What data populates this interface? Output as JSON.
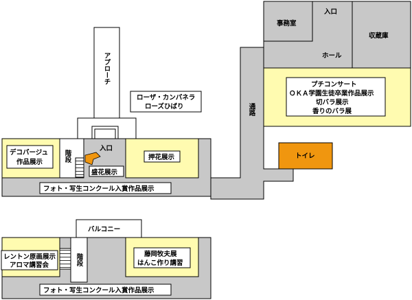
{
  "colors": {
    "gray": "#c8c8c8",
    "cream": "#fffbb0",
    "orange": "#f0960f",
    "white": "#ffffff",
    "line": "#000000"
  },
  "labels": {
    "approach": "アプローチ",
    "rosa_line1": "ローザ・カンパネラ",
    "rosa_line2": "ローズひばり",
    "office": "事務室",
    "entrance_top": "入口",
    "storage": "収蔵庫",
    "hall": "ホール",
    "concert_line1": "プチコンサート",
    "concert_line2": "ＯＫＡ学園生徒卒業作品展示",
    "concert_line3": "切バラ展示",
    "concert_line4": "香りのバラ展",
    "passage": "通路",
    "toilet": "トイレ",
    "decoupage_line1": "デコパージュ",
    "decoupage_line2": "作品展示",
    "stairs1": "階段",
    "entrance_main": "入口",
    "oshibana": "押花展示",
    "morihana": "盛花展示",
    "photo_contest1": "フォト・写生コンクール入賞作品展示",
    "balcony": "バルコニー",
    "renton_line1": "レントン原画展示",
    "renton_line2": "アロマ講習会",
    "stairs2": "階段",
    "fujioka_line1": "藤岡牧夫展",
    "fujioka_line2": "はんこ作り講習",
    "photo_contest2": "フォト・写生コンクール入賞作品展示"
  }
}
